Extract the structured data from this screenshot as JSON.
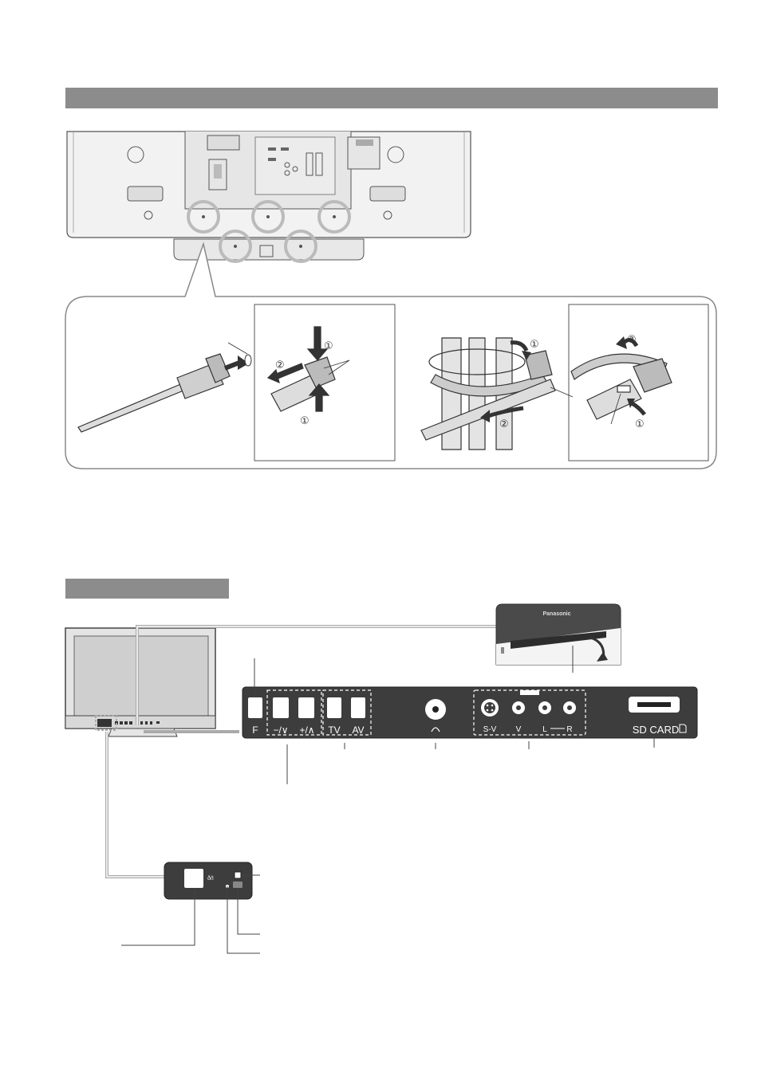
{
  "step_markers": {
    "one": "①",
    "two": "②"
  },
  "front_panel": {
    "function_button": "F",
    "volume_down_up": "−/\\/  +/\\",
    "vol_minus": "−/∨",
    "vol_plus": "+/∧",
    "tv_button": "TV",
    "av_button": "AV",
    "sv_jack": "S-V",
    "video_jack": "V",
    "left_jack": "L",
    "right_jack": "R",
    "sd_card": "SD CARD",
    "headphone_symbol": "🎧"
  },
  "brand_logo": "Panasonic",
  "power_unit": {
    "power_switch_label": "ð/I"
  },
  "colors": {
    "section_bar": "#8c8c8c",
    "panel": "#3d3d3d",
    "line": "#555555"
  }
}
